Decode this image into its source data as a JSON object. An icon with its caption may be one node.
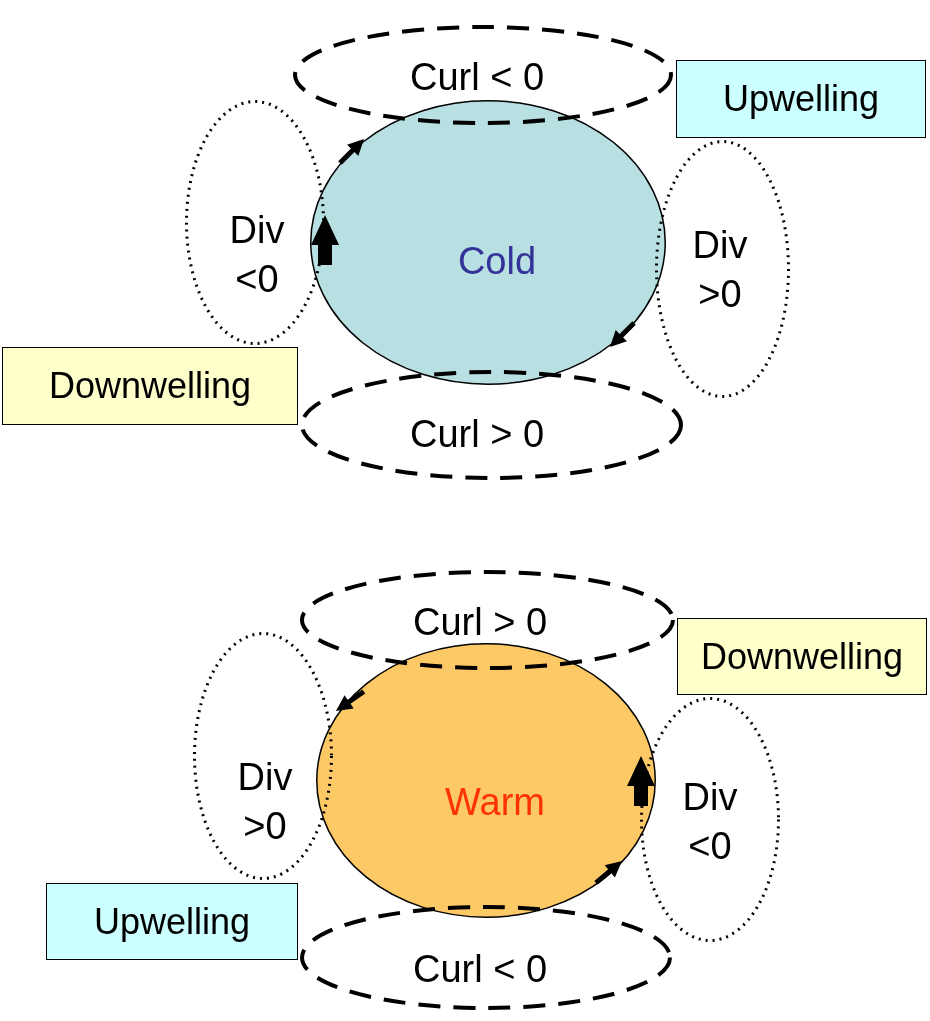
{
  "diagram": {
    "nodes": [
      {
        "text": [
          "Curl < 0"
        ]
      },
      {
        "text": [
          "Upwelling"
        ]
      },
      {
        "text": [
          "Cold"
        ]
      },
      {
        "text": [
          "Div <0"
        ]
      },
      {
        "text": [
          "Div >0"
        ]
      },
      {
        "text": [
          "Downwelling"
        ]
      },
      {
        "text": [
          "Curl > 0"
        ]
      },
      {
        "text": [
          "Curl > 0"
        ]
      },
      {
        "text": [
          "Downwelling"
        ]
      },
      {
        "text": [
          "Warm"
        ]
      },
      {
        "text": [
          "Div >0"
        ]
      },
      {
        "text": [
          "Div <0"
        ]
      },
      {
        "text": [
          "Upwelling"
        ]
      },
      {
        "text": [
          "Curl < 0"
        ]
      }
    ]
  }
}
